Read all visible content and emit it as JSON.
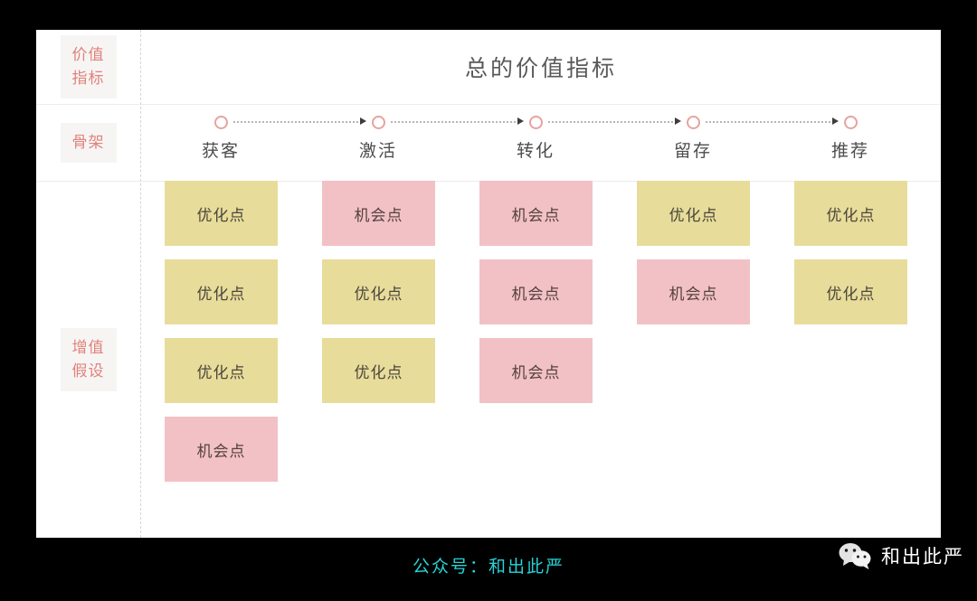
{
  "slide": {
    "title": "总的价值指标",
    "rail": [
      {
        "id": "value-metrics",
        "lines": [
          "价值",
          "指标"
        ]
      },
      {
        "id": "skeleton",
        "lines": [
          "骨架"
        ]
      },
      {
        "id": "value-hypothesis",
        "lines": [
          "增值",
          "假设"
        ]
      }
    ],
    "funnel": {
      "stages": [
        "获客",
        "激活",
        "转化",
        "留存",
        "推荐"
      ]
    },
    "card_labels": {
      "optimization": "优化点",
      "opportunity": "机会点"
    },
    "columns": [
      {
        "stage": "获客",
        "cards": [
          "optimization",
          "optimization",
          "optimization",
          "opportunity"
        ]
      },
      {
        "stage": "激活",
        "cards": [
          "opportunity",
          "optimization",
          "optimization"
        ]
      },
      {
        "stage": "转化",
        "cards": [
          "opportunity",
          "opportunity",
          "opportunity"
        ]
      },
      {
        "stage": "留存",
        "cards": [
          "optimization",
          "opportunity"
        ]
      },
      {
        "stage": "推荐",
        "cards": [
          "optimization",
          "optimization"
        ]
      }
    ]
  },
  "footer": {
    "center_watermark": "公众号：和出此严",
    "brand_name": "和出此严",
    "brand_icon": "wechat-icon"
  },
  "colors": {
    "optimization_card": "#e8dc9b",
    "opportunity_card": "#f2c1c5",
    "rail_label": "#e0837c",
    "stage_ring": "#e6a3a0",
    "center_watermark": "#27d3d8",
    "panel_background": "#ffffff",
    "page_background": "#000000"
  }
}
